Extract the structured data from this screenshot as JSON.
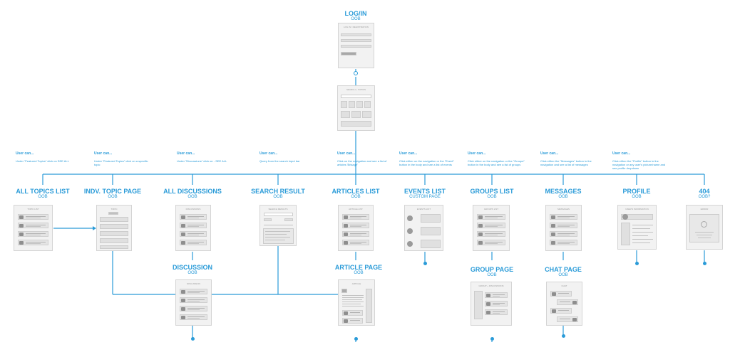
{
  "login": {
    "title": "LOG/IN",
    "sub": "OOB",
    "screen_label": "LOG IN / REGISTRATION"
  },
  "home": {
    "screen_label": "SEARCH + TOPICS"
  },
  "note_heading": "User can...",
  "columns": [
    {
      "title": "ALL TOPICS LIST",
      "sub": "OOB",
      "note": "Under \"Featured Topics\" click on SEE ALL",
      "screen_label": "TOPIC LIST"
    },
    {
      "title": "INDV. TOPIC PAGE",
      "sub": "OOB",
      "note": "Under \"Featured Topics\" click on a specific topic",
      "screen_label": "TOPIC"
    },
    {
      "title": "ALL DISCUSSIONS",
      "sub": "OOB",
      "note": "Under \"Discussions\" click on - SEE ALL",
      "screen_label": "DISCUSSIONS"
    },
    {
      "title": "SEARCH RESULT",
      "sub": "OOB",
      "note": "Query from the search input bar",
      "screen_label": "SEARCH RESULTS"
    },
    {
      "title": "ARTICLES LIST",
      "sub": "OOB",
      "note": "Click on the navigation and see a list of articles 'Brisage'",
      "screen_label": "ARTICLE LIST"
    },
    {
      "title": "EVENTS LIST",
      "sub": "CUSTOM PAGE",
      "note": "Click either on the navigation or the \"Event\" button in the body and see a list of events",
      "screen_label": "EVENTS LIST"
    },
    {
      "title": "GROUPS LIST",
      "sub": "OOB",
      "note": "Click either on the navigation or the \"Groups\" button in the body and see a list of groups",
      "screen_label": "GROUPS LIST"
    },
    {
      "title": "MESSAGES",
      "sub": "OOB",
      "note": "Click either the \"Messages\" button in the navigation and see a list of messages",
      "screen_label": "MESSAGES"
    },
    {
      "title": "PROFILE",
      "sub": "OOB",
      "note": "Click either the \"Profile\" button in the navigation or any user's picture/name and see profile dropdown",
      "screen_label": "USER'S INFORMATION"
    },
    {
      "title": "404",
      "sub": "OOB?",
      "note": "",
      "screen_label": "ERROR"
    }
  ],
  "discussion": {
    "title": "DISCUSSION",
    "sub": "OOB",
    "screen_label": "DISCUSSION"
  },
  "article": {
    "title": "ARTICLE PAGE",
    "sub": "OOB",
    "screen_label": "ARTICLE"
  },
  "group": {
    "title": "GROUP PAGE",
    "sub": "OOB",
    "screen_label": "GROUP + DISCUSSIONS"
  },
  "chat": {
    "title": "CHAT PAGE",
    "sub": "OOB",
    "screen_label": "CHAT"
  },
  "colors": {
    "accent": "#2a9bd8",
    "frame": "#f2f2f2",
    "border": "#d4d4d4"
  }
}
